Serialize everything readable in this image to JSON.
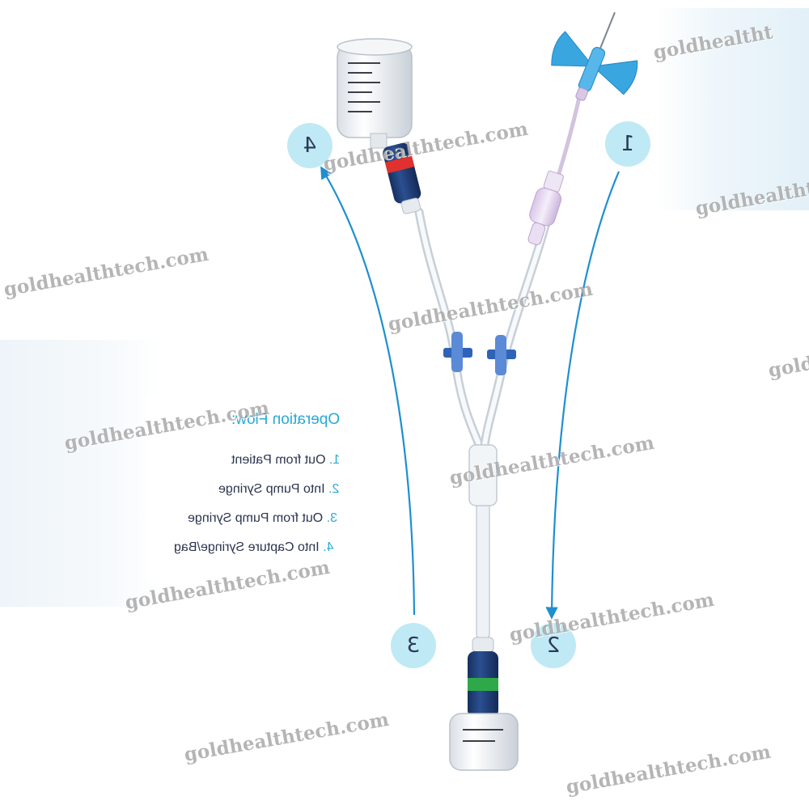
{
  "badges": {
    "b1": "1",
    "b2": "2",
    "b3": "3",
    "b4": "4"
  },
  "flow": {
    "title": "Operation Flow:",
    "items": [
      {
        "num": "1.",
        "label": "Out from Patient"
      },
      {
        "num": "2.",
        "label": "Into Pump Syringe"
      },
      {
        "num": "3.",
        "label": "Out from Pump Syringe"
      },
      {
        "num": "4.",
        "label": "Into Capture Syringe/Bag"
      }
    ]
  },
  "watermark": {
    "text": "goldhealthtech.com",
    "partial": "goldhealtht",
    "partial_short": "gold"
  },
  "colors": {
    "accent": "#2aa9d6",
    "arrow": "#1e8fd0",
    "badge": "#bfe9f5",
    "connector_navy": "#1f3d7a",
    "band_red": "#e0312f",
    "band_green": "#2fa84a",
    "wing_blue": "#3aa6e0",
    "tube": "#e9eef3"
  }
}
